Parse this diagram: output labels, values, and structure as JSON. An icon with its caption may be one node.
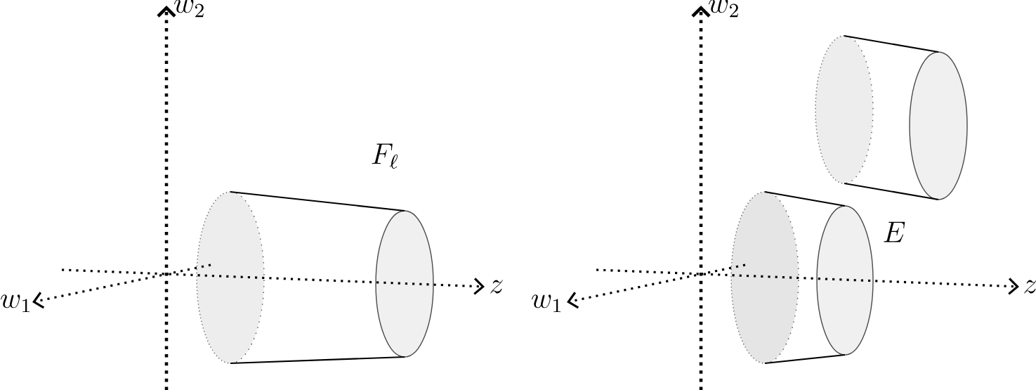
{
  "diagram": {
    "labels": [
      "w_2",
      "w_2",
      "F_\\ell",
      "E",
      "w_1",
      "z",
      "w_1",
      "z"
    ]
  }
}
